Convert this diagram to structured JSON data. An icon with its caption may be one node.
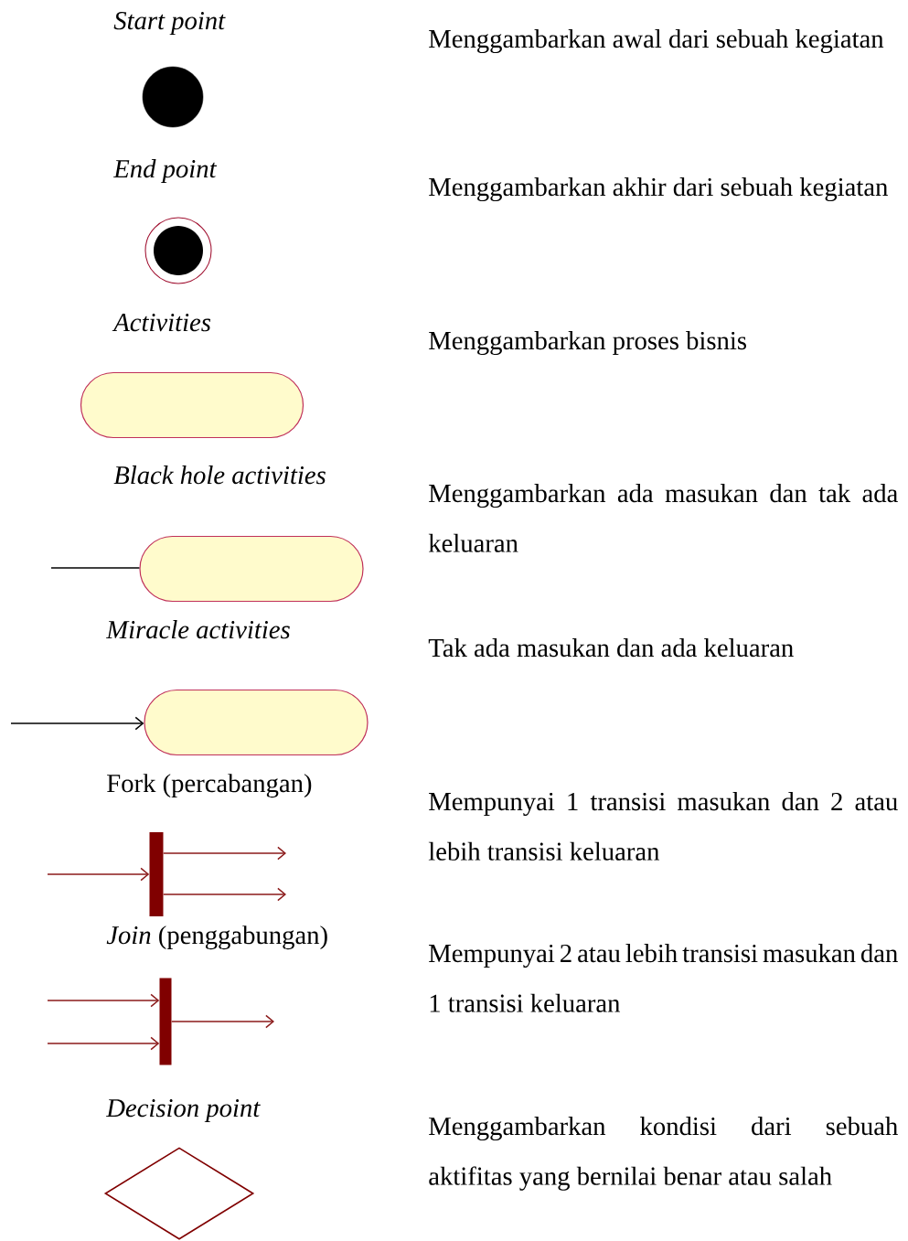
{
  "diagram": {
    "nodes": [
      {
        "text": [],
        "shape": "circle"
      },
      {
        "text": [],
        "shape": "circle"
      },
      {
        "text": [],
        "shape": "box"
      },
      {
        "text": [],
        "shape": "box"
      },
      {
        "text": [],
        "shape": "box"
      },
      {
        "text": [],
        "shape": "bar"
      },
      {
        "text": [],
        "shape": "bar"
      },
      {
        "text": [],
        "shape": "diamond"
      }
    ],
    "edges": [
      {
        "from": null,
        "to": 3,
        "arrow": "none",
        "color": "#000000"
      },
      {
        "from": null,
        "to": 4,
        "arrow": "to",
        "color": "#000000"
      },
      {
        "from": null,
        "to": 5,
        "arrow": "to"
      },
      {
        "from": 5,
        "to": null,
        "arrow": "to"
      },
      {
        "from": 5,
        "to": null,
        "arrow": "to"
      },
      {
        "from": null,
        "to": 6,
        "arrow": "to"
      },
      {
        "from": null,
        "to": 6,
        "arrow": "to"
      },
      {
        "from": 6,
        "to": null,
        "arrow": "to"
      }
    ],
    "labels": [
      "Start point",
      "Menggambarkan awal dari sebuah kegiatan",
      "End point",
      "Menggambarkan akhir dari sebuah kegiatan",
      "Activities",
      "Menggambarkan proses bisnis",
      "Black hole activities",
      "Menggambarkan ada masukan dan tak ada keluaran",
      "Miracle activities",
      "Tak ada masukan dan ada keluaran",
      "Fork (percabangan)",
      "Mempunyai 1 transisi masukan dan 2 atau lebih transisi keluaran",
      "*Join* (penggabungan)",
      "Mempunyai 2 atau lebih transisi masukan dan 1 transisi keluaran",
      "Decision point",
      "Menggambarkan kondisi dari sebuah aktifitas yang bernilai benar atau salah"
    ]
  }
}
